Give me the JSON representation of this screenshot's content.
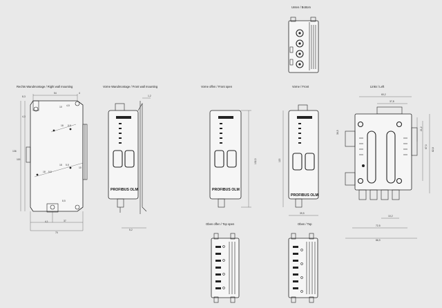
{
  "views": {
    "bottom": "Unten / Bottom",
    "right_wall": "Rechts Wandmontage / Right wall mounting",
    "front_wall": "Vorne Wandmontage / Front wall mounting",
    "front_open": "Vorne offen / Front open",
    "front": "Vorne / Front",
    "left": "Links / Left",
    "top_open": "Oben offen / Top open",
    "top": "Oben / Top"
  },
  "device_label": "PROFIBUS OLM",
  "dims": {
    "rw_83": "8,3",
    "rw_54": "54",
    "rw_4": "4",
    "rw_43": "4,3",
    "rw_136": "136",
    "rw_115": "115",
    "rw_10a": "10",
    "rw_45": "4,5",
    "rw_18a": "18",
    "rw_55a": "5,5",
    "rw_18b": "18",
    "rw_55b": "5,5",
    "rw_18c": "18",
    "rw_55c": "5,5",
    "rw_10b": "10",
    "rw_85": "8,5",
    "rw_41": "4,1",
    "rw_37": "37",
    "rw_70": "70",
    "fw_12": "1,2",
    "fw_52": "5,2",
    "fo_1323": "132,3",
    "f_115": "115",
    "f_395": "39,5",
    "l_602": "60,2",
    "l_378": "37,8",
    "l_365": "36,5",
    "l_212": "21,2",
    "l_673": "67,3",
    "l_828": "82,8",
    "l_102": "10,2",
    "l_725": "72,5",
    "l_869": "86,9"
  }
}
